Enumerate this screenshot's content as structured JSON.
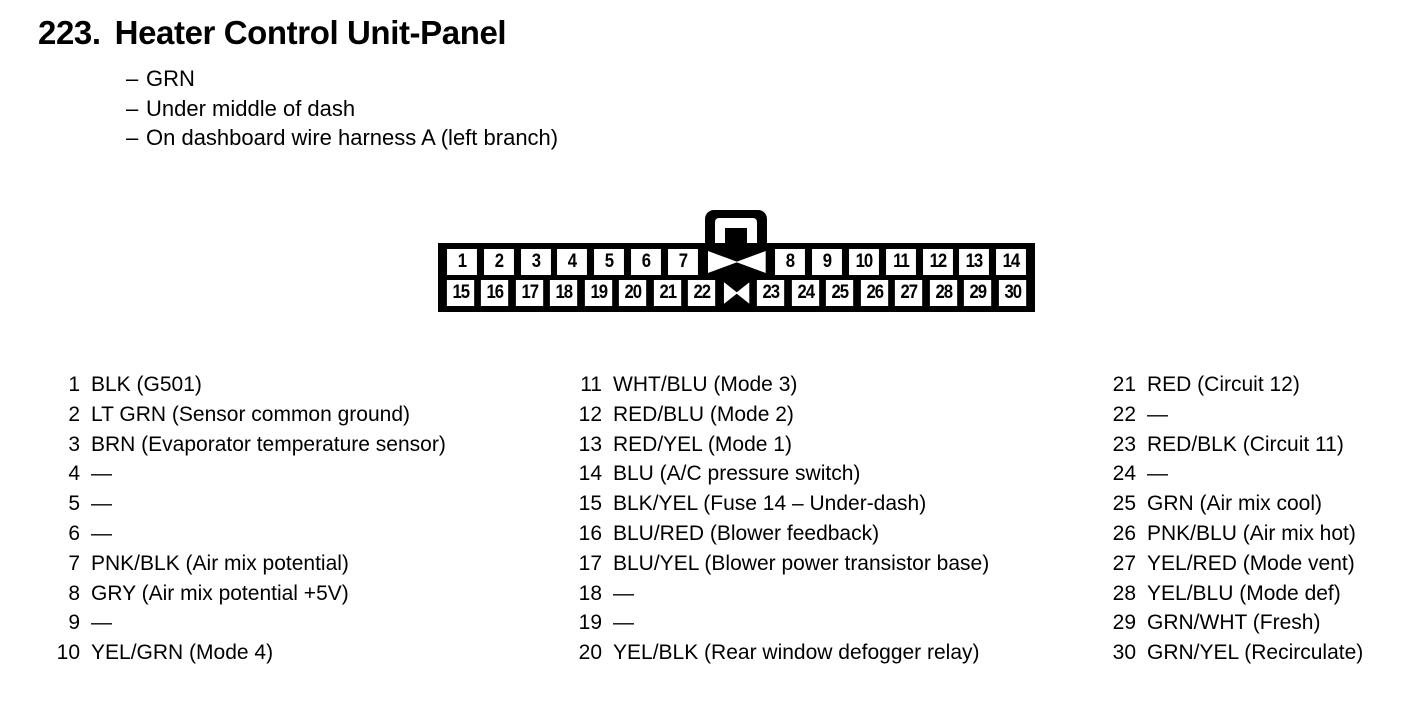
{
  "heading": {
    "number": "223.",
    "title": "Heater Control Unit-Panel"
  },
  "bullets": [
    {
      "dash": "–",
      "text": "GRN"
    },
    {
      "dash": "–",
      "text": "Under middle of dash"
    },
    {
      "dash": "–",
      "text": "On dashboard wire harness A (left branch)"
    }
  ],
  "connector": {
    "top_row": [
      "1",
      "2",
      "3",
      "4",
      "5",
      "6",
      "7",
      "",
      "8",
      "9",
      "10",
      "11",
      "12",
      "13",
      "14"
    ],
    "bottom_row": [
      "15",
      "16",
      "17",
      "18",
      "19",
      "20",
      "21",
      "22",
      "",
      "23",
      "24",
      "25",
      "26",
      "27",
      "28",
      "29",
      "30"
    ]
  },
  "legend": {
    "column_1": [
      {
        "pin": "1",
        "desc": "BLK (G501)"
      },
      {
        "pin": "2",
        "desc": "LT GRN (Sensor common ground)"
      },
      {
        "pin": "3",
        "desc": "BRN (Evaporator temperature sensor)"
      },
      {
        "pin": "4",
        "desc": "—"
      },
      {
        "pin": "5",
        "desc": "—"
      },
      {
        "pin": "6",
        "desc": "—"
      },
      {
        "pin": "7",
        "desc": "PNK/BLK (Air mix potential)"
      },
      {
        "pin": "8",
        "desc": "GRY (Air mix potential +5V)"
      },
      {
        "pin": "9",
        "desc": "—"
      },
      {
        "pin": "10",
        "desc": "YEL/GRN (Mode 4)"
      }
    ],
    "column_2": [
      {
        "pin": "11",
        "desc": "WHT/BLU (Mode 3)"
      },
      {
        "pin": "12",
        "desc": "RED/BLU (Mode 2)"
      },
      {
        "pin": "13",
        "desc": "RED/YEL (Mode 1)"
      },
      {
        "pin": "14",
        "desc": "BLU (A/C pressure switch)"
      },
      {
        "pin": "15",
        "desc": "BLK/YEL (Fuse 14 – Under-dash)"
      },
      {
        "pin": "16",
        "desc": "BLU/RED (Blower feedback)"
      },
      {
        "pin": "17",
        "desc": "BLU/YEL (Blower power transistor base)"
      },
      {
        "pin": "18",
        "desc": "—"
      },
      {
        "pin": "19",
        "desc": "—"
      },
      {
        "pin": "20",
        "desc": "YEL/BLK (Rear window defogger relay)"
      }
    ],
    "column_3": [
      {
        "pin": "21",
        "desc": "RED (Circuit 12)"
      },
      {
        "pin": "22",
        "desc": "—"
      },
      {
        "pin": "23",
        "desc": "RED/BLK (Circuit 11)"
      },
      {
        "pin": "24",
        "desc": "—"
      },
      {
        "pin": "25",
        "desc": "GRN (Air mix cool)"
      },
      {
        "pin": "26",
        "desc": "PNK/BLU (Air mix hot)"
      },
      {
        "pin": "27",
        "desc": "YEL/RED (Mode vent)"
      },
      {
        "pin": "28",
        "desc": "YEL/BLU (Mode def)"
      },
      {
        "pin": "29",
        "desc": "GRN/WHT (Fresh)"
      },
      {
        "pin": "30",
        "desc": "GRN/YEL (Recirculate)"
      }
    ]
  },
  "colors": {
    "ink": "#000000",
    "paper": "#ffffff"
  }
}
